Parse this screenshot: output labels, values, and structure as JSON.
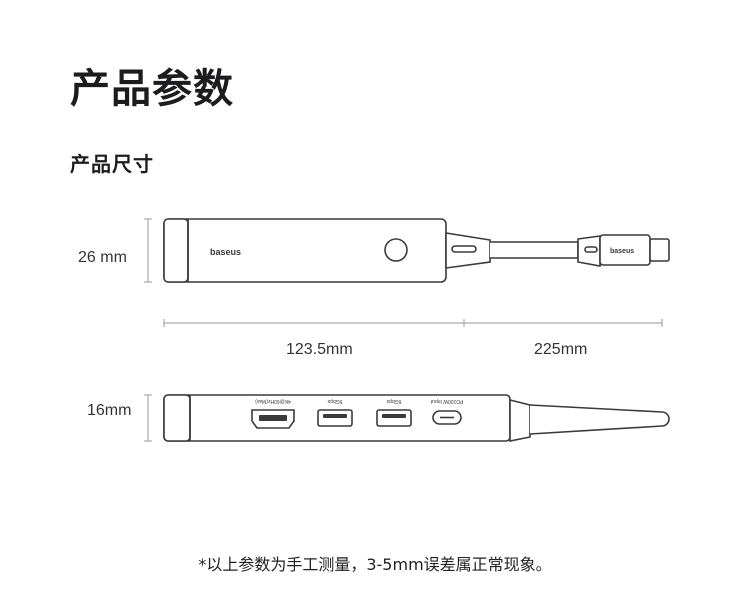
{
  "page": {
    "title": "产品参数",
    "subtitle": "产品尺寸",
    "note": "*以上参数为手工测量，3-5mm误差属正常现象。"
  },
  "dimensions": {
    "top_height": "26 mm",
    "hub_length": "123.5mm",
    "cable_length": "225mm",
    "side_height": "16mm"
  },
  "device": {
    "brand_on_hub": "baseus",
    "brand_on_plug": "baseus",
    "ports": [
      {
        "name": "hdmi",
        "label": "4K@60Hz(Max)"
      },
      {
        "name": "usb-a-1",
        "label": "5Gbps"
      },
      {
        "name": "usb-a-2",
        "label": "5Gbps"
      },
      {
        "name": "usb-c-pd",
        "label": "PD100W Input"
      }
    ]
  },
  "colors": {
    "body": "#ffffff",
    "stroke": "#3a3a3c",
    "dim_line": "#9a9a9a"
  }
}
